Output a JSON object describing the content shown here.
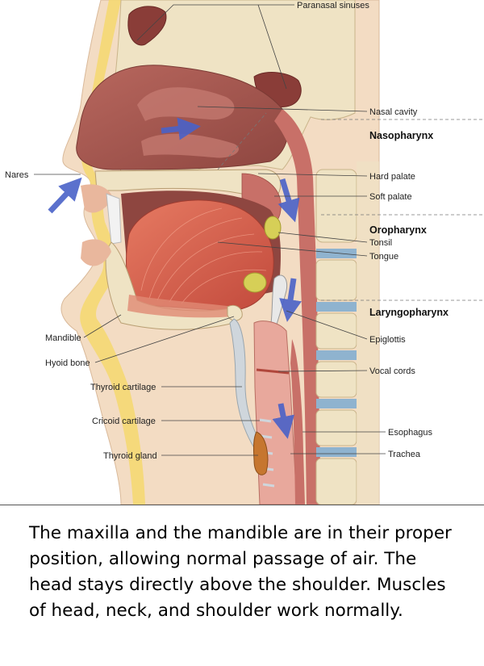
{
  "labels": {
    "paranasal_sinuses": "Paranasal sinuses",
    "nasal_cavity": "Nasal cavity",
    "nasopharynx": "Nasopharynx",
    "nares": "Nares",
    "hard_palate": "Hard palate",
    "soft_palate": "Soft palate",
    "oropharynx": "Oropharynx",
    "tonsil": "Tonsil",
    "tongue": "Tongue",
    "laryngopharynx": "Laryngopharynx",
    "mandible": "Mandible",
    "epiglottis": "Epiglottis",
    "hyoid_bone": "Hyoid bone",
    "vocal_cords": "Vocal cords",
    "thyroid_cartilage": "Thyroid cartilage",
    "cricoid_cartilage": "Cricoid cartilage",
    "esophagus": "Esophagus",
    "thyroid_gland": "Thyroid gland",
    "trachea": "Trachea"
  },
  "caption": "The maxilla and the mandible are in their proper position, allowing normal passage of air. The head stays directly above the shoulder. Muscles of head, neck, and shoulder work normally.",
  "colors": {
    "skin": "#f3dcc3",
    "bone": "#efe3c4",
    "fat": "#f4d86e",
    "mucosa": "#c87068",
    "cavity": "#a6574f",
    "tongue": "#d8624e",
    "cartilage": "#cfd6dc",
    "disc": "#8fb3cf",
    "arrow": "#4a62c8"
  }
}
